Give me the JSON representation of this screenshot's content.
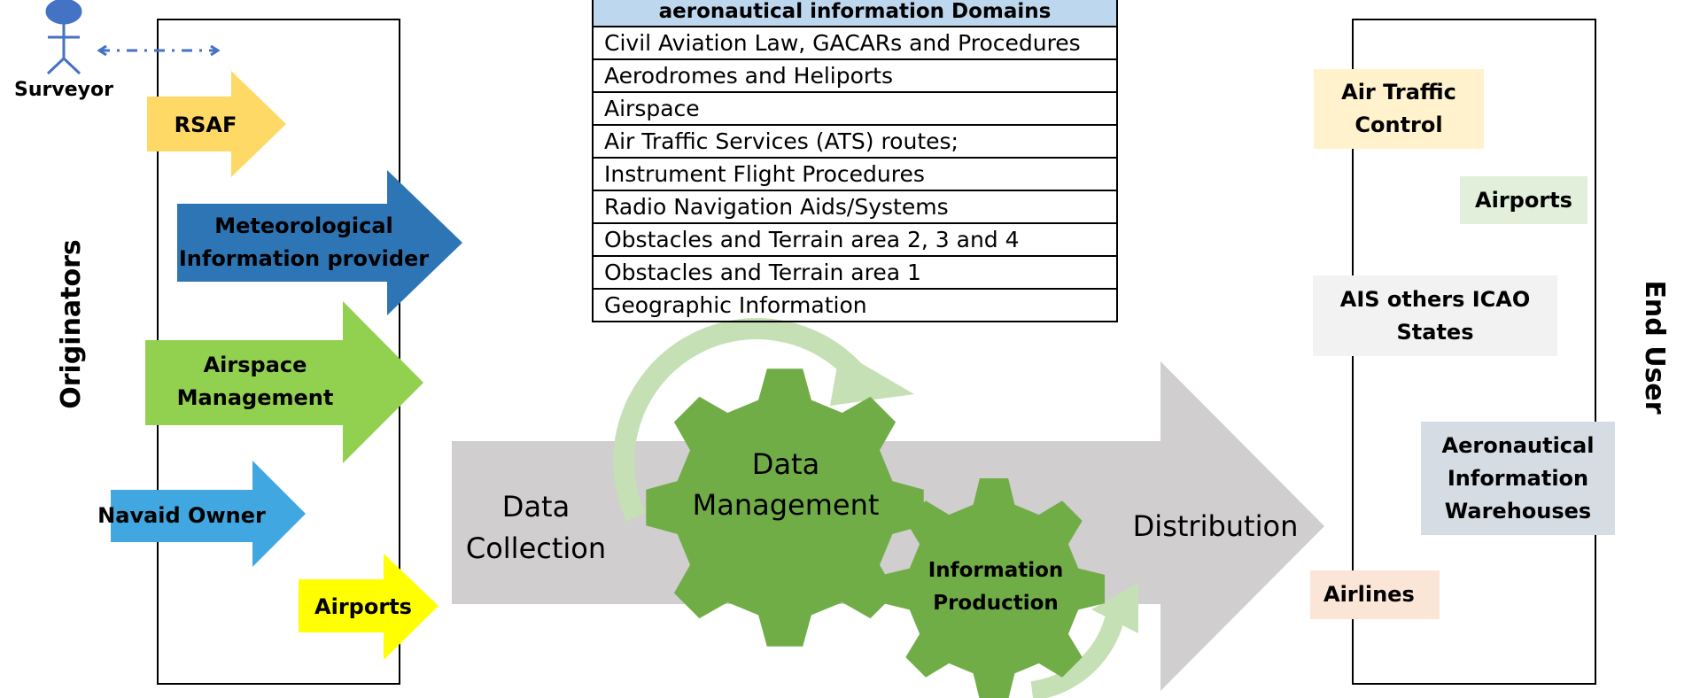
{
  "surveyor": {
    "label": "Surveyor"
  },
  "originators": {
    "label": "Originators",
    "items": [
      {
        "lines": [
          "RSAF"
        ],
        "color": "#ffd966"
      },
      {
        "lines": [
          "Meteorological",
          "Information provider"
        ],
        "color": "#2e75b6"
      },
      {
        "lines": [
          "Airspace",
          "Management"
        ],
        "color": "#92d050"
      },
      {
        "lines": [
          "Navaid Owner"
        ],
        "color": "#41a7e0"
      },
      {
        "lines": [
          "Airports"
        ],
        "color": "#ffff00"
      }
    ]
  },
  "domains": {
    "header": "aeronautical information Domains",
    "rows": [
      "Civil Aviation Law, GACARs and Procedures",
      "Aerodromes and Heliports",
      "Airspace",
      "Air Traffic Services (ATS) routes;",
      "Instrument Flight Procedures",
      "Radio Navigation Aids/Systems",
      "Obstacles and Terrain area 2, 3 and 4",
      "Obstacles and Terrain area 1",
      "Geographic Information"
    ]
  },
  "process": {
    "data_collection": [
      "Data",
      "Collection"
    ],
    "data_management": [
      "Data",
      "Management"
    ],
    "information_production": [
      "Information",
      "Production"
    ],
    "distribution": "Distribution"
  },
  "end_users": {
    "label": "End User",
    "items": [
      {
        "lines": [
          "Air Traffic",
          "Control"
        ],
        "color": "#fff2cc"
      },
      {
        "lines": [
          "Airports"
        ],
        "color": "#e2efda"
      },
      {
        "lines": [
          "AIS others  ICAO",
          "States"
        ],
        "color": "#f2f2f2"
      },
      {
        "lines": [
          "Aeronautical",
          "Information",
          "Warehouses"
        ],
        "color": "#d6dce4"
      },
      {
        "lines": [
          "Airlines"
        ],
        "color": "#fbe5d6"
      }
    ]
  },
  "colors": {
    "gear": "#70ad47",
    "cycle_arrow": "#c5e0b4",
    "flow_arrow": "#d0cece",
    "surveyor": "#4472c4"
  }
}
